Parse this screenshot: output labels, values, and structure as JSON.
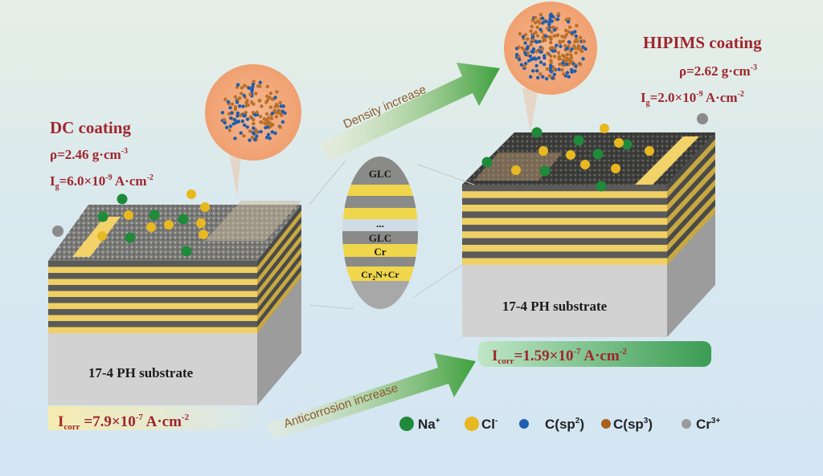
{
  "dc": {
    "title": "DC coating",
    "rho_prefix": "ρ=2.46 g·cm",
    "rho_exp": "-3",
    "ig_prefix": "I",
    "ig_sub": "g",
    "ig_val": "=6.0×10",
    "ig_exp": "-9",
    "ig_unit": " A·cm",
    "ig_unit_exp": "-2",
    "substrate": "17-4 PH substrate",
    "icorr_prefix": "I",
    "icorr_sub": "corr",
    "icorr_val": " =7.9×10",
    "icorr_exp": "-7",
    "icorr_unit": " A·cm",
    "icorr_unit_exp": "-2"
  },
  "hipims": {
    "title": "HIPIMS coating",
    "rho_prefix": "ρ=2.62 g·cm",
    "rho_exp": "-3",
    "ig_prefix": "I",
    "ig_sub": "g",
    "ig_val": "=2.0×10",
    "ig_exp": "-9",
    "ig_unit": " A·cm",
    "ig_unit_exp": "-2",
    "substrate": "17-4 PH substrate",
    "icorr_prefix": "I",
    "icorr_sub": "corr",
    "icorr_val": "=1.59×10",
    "icorr_exp": "-7",
    "icorr_unit": " A·cm",
    "icorr_unit_exp": "-2"
  },
  "arrows": {
    "density": "Density increase",
    "anticorrosion": "Anticorrosion increase"
  },
  "layers": {
    "glc_top": "GLC",
    "dots": "...",
    "glc": "GLC",
    "cr": "Cr",
    "cr2n_a": "Cr",
    "cr2n_sub": "2",
    "cr2n_b": "N+Cr"
  },
  "legend": [
    {
      "label": "Na",
      "sup": "+",
      "color": "#1f8a3a"
    },
    {
      "label": "Cl",
      "sup": "-",
      "color": "#e8b820"
    },
    {
      "label": "C(sp",
      "sup": "2",
      "tail": ")",
      "color": "#1e5db0"
    },
    {
      "label": "C(sp",
      "sup": "3",
      "tail": ")",
      "color": "#a8601e"
    },
    {
      "label": "Cr",
      "sup": "3+",
      "color": "#9a9a9a"
    }
  ]
}
